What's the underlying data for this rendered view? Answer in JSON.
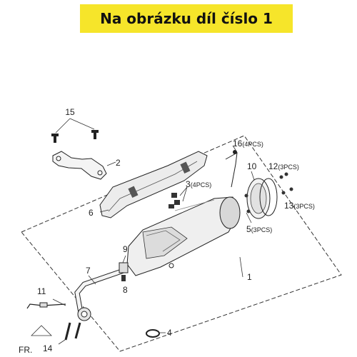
{
  "banner": {
    "text": "Na obrázku díl číslo 1",
    "color": "#f6e52a"
  },
  "callouts": [
    {
      "id": "c1",
      "number": "1",
      "qty": ""
    },
    {
      "id": "c2",
      "number": "2",
      "qty": ""
    },
    {
      "id": "c3",
      "number": "3",
      "qty": "(4PCS)"
    },
    {
      "id": "c4",
      "number": "4",
      "qty": ""
    },
    {
      "id": "c5",
      "number": "5",
      "qty": "(3PCS)"
    },
    {
      "id": "c6",
      "number": "6",
      "qty": ""
    },
    {
      "id": "c7",
      "number": "7",
      "qty": ""
    },
    {
      "id": "c8",
      "number": "8",
      "qty": ""
    },
    {
      "id": "c9",
      "number": "9",
      "qty": ""
    },
    {
      "id": "c10",
      "number": "10",
      "qty": ""
    },
    {
      "id": "c11",
      "number": "11",
      "qty": ""
    },
    {
      "id": "c12",
      "number": "12",
      "qty": "(3PCS)"
    },
    {
      "id": "c13",
      "number": "13",
      "qty": "(3PCS)"
    },
    {
      "id": "c14",
      "number": "14",
      "qty": ""
    },
    {
      "id": "c15",
      "number": "15",
      "qty": ""
    },
    {
      "id": "c16",
      "number": "16",
      "qty": "(4PCS)"
    }
  ],
  "direction_label": "FR."
}
